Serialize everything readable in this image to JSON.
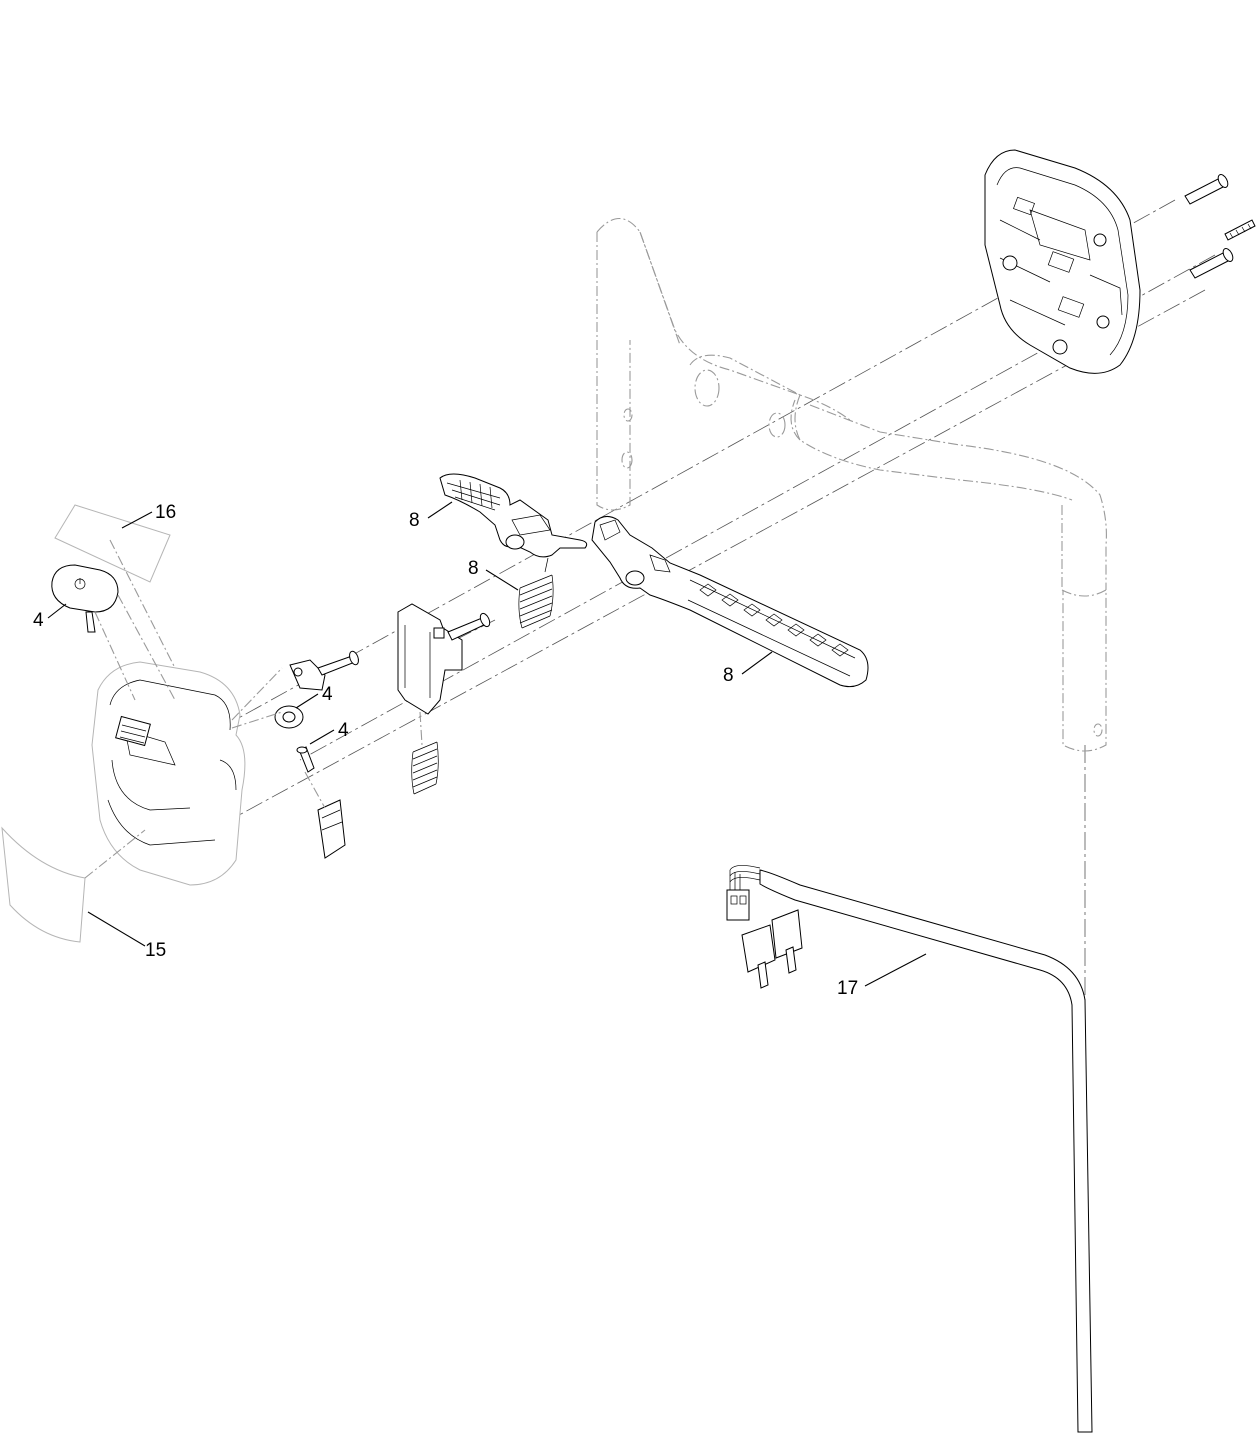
{
  "callouts": {
    "c16": "16",
    "c4a": "4",
    "c4b": "4",
    "c4c": "4",
    "c8a": "8",
    "c8b": "8",
    "c8c": "8",
    "c15": "15",
    "c17": "17"
  },
  "colors": {
    "ink": "#000000",
    "phantom": "#9a9a9a",
    "background": "#ffffff"
  }
}
